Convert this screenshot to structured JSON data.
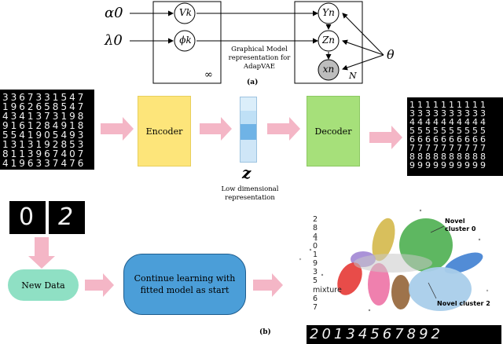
{
  "graphical_model": {
    "nodes": {
      "alpha0": "α0",
      "lambda0": "λ0",
      "Vk": "Vk",
      "phik": "ϕk",
      "Yn": "Yn",
      "Zn": "Zn",
      "xn": "xn",
      "theta": "θ"
    },
    "plate_k": "∞",
    "plate_n": "N",
    "caption_lines": [
      "Graphical Model",
      "representation for",
      "AdapVAE"
    ],
    "panel_label": "(a)"
  },
  "pipeline": {
    "encoder_label": "Encoder",
    "decoder_label": "Decoder",
    "latent_symbol": "z",
    "latent_caption_lines": [
      "Low dimensional",
      "representation"
    ]
  },
  "panel_b": {
    "new_data_label": "New Data",
    "continue_label": "Continue learning with fitted model as start",
    "panel_label": "(b)",
    "input_digits": [
      "0",
      "2"
    ],
    "legend_entries": [
      "2",
      "8",
      "4",
      "0",
      "1",
      "9",
      "3",
      "5",
      "mixture",
      "6",
      "7"
    ],
    "cluster_labels": {
      "novel0": [
        "Novel",
        "cluster 0"
      ],
      "novel2": "Novel cluster 2"
    },
    "bottom_digits": [
      "2",
      "0",
      "1",
      "3",
      "4",
      "5",
      "6",
      "7",
      "8",
      "9",
      "2"
    ]
  },
  "colors": {
    "encoder": "#fde57a",
    "decoder": "#a6e07a",
    "arrow_pink": "#f4b6c6",
    "new_data": "#8fe0c4",
    "continue": "#4b9ed8",
    "latent_light": "#cfe6f7",
    "latent_dark": "#6fb3e6"
  }
}
